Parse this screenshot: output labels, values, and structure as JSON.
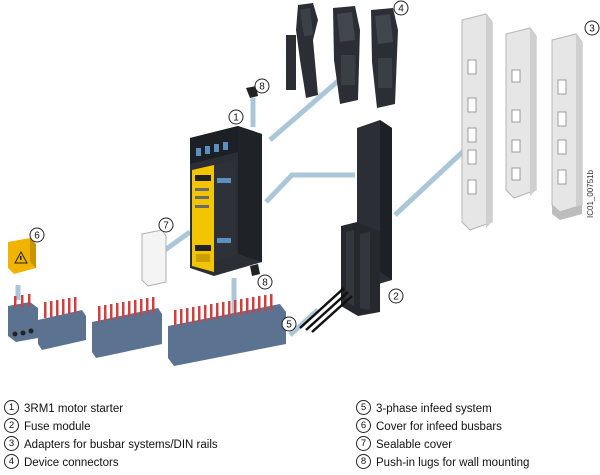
{
  "callouts": [
    "1",
    "2",
    "3",
    "4",
    "5",
    "6",
    "7",
    "8",
    "8"
  ],
  "document_id": "IC01_00751b",
  "legend": [
    {
      "number": "1",
      "text": "3RM1 motor starter"
    },
    {
      "number": "2",
      "text": "Fuse module"
    },
    {
      "number": "3",
      "text": "Adapters for busbar systems/DIN rails"
    },
    {
      "number": "4",
      "text": "Device connectors"
    },
    {
      "number": "5",
      "text": "3-phase infeed system"
    },
    {
      "number": "6",
      "text": "Cover for infeed busbars"
    },
    {
      "number": "7",
      "text": "Sealable cover"
    },
    {
      "number": "8",
      "text": "Push-in lugs for wall mounting"
    }
  ],
  "colors": {
    "connector_lines": "#aac7d8",
    "starter_yellow": "#f2c500",
    "starter_dark": "#2b2f35",
    "busbar_blue": "#5b7290",
    "adapter_grey": "#e6e6e6",
    "infeed_cover_yellow": "#f0b400"
  }
}
